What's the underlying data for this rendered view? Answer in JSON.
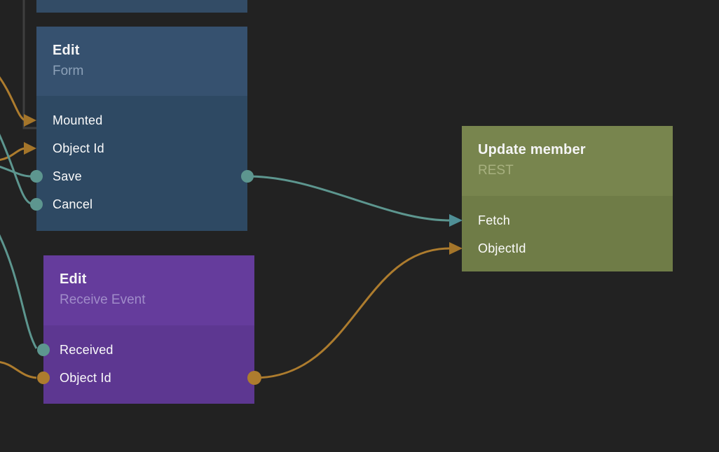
{
  "canvas": {
    "background": "#222222",
    "grid": "none"
  },
  "colors": {
    "blue_header": "#36516f",
    "blue_body": "#2e4963",
    "purple_header": "#653c9c",
    "purple_body": "#5d3791",
    "olive_header": "#78854e",
    "olive_body": "#6f7c47",
    "teal_wire": "#5d968f",
    "gold_wire": "#ad7c2e",
    "grey_wire": "#3f3f3f",
    "title_text": "#f5f5f6",
    "port_text": "#fbfbfb"
  },
  "nodes": {
    "top_partial": {
      "note": "partially visible node at top edge, no visible text"
    },
    "edit_form": {
      "title": "Edit",
      "subtitle": "Form",
      "ports": [
        "Mounted",
        "Object Id",
        "Save",
        "Cancel"
      ]
    },
    "edit_receive_event": {
      "title": "Edit",
      "subtitle": "Receive Event",
      "ports": [
        "Received",
        "Object Id"
      ]
    },
    "update_member": {
      "title": "Update member",
      "subtitle": "REST",
      "ports": [
        "Fetch",
        "ObjectId"
      ]
    }
  },
  "connections": [
    {
      "from": "offscreen-left",
      "to": "edit_form.Mounted",
      "color": "gold",
      "end": "arrowhead"
    },
    {
      "from": "node-above",
      "to": "edit_form.Mounted",
      "color": "grey",
      "style": "stepped"
    },
    {
      "from": "offscreen-left",
      "to": "edit_form.Object Id",
      "color": "gold",
      "end": "arrowhead"
    },
    {
      "from": "offscreen-left",
      "to": "edit_form.Save",
      "color": "teal",
      "end": "dot"
    },
    {
      "from": "offscreen-left",
      "to": "edit_form.Cancel",
      "color": "teal",
      "end": "dot"
    },
    {
      "from": "offscreen-left",
      "to": "edit_receive_event.Received",
      "color": "teal",
      "end": "dot"
    },
    {
      "from": "offscreen-left",
      "to": "edit_receive_event.Object Id",
      "color": "gold",
      "end": "dot"
    },
    {
      "from": "edit_form.Save",
      "to": "update_member.Fetch",
      "color": "teal",
      "end": "arrowhead"
    },
    {
      "from": "edit_receive_event.Object Id",
      "to": "update_member.ObjectId",
      "color": "gold",
      "end": "arrowhead"
    }
  ]
}
